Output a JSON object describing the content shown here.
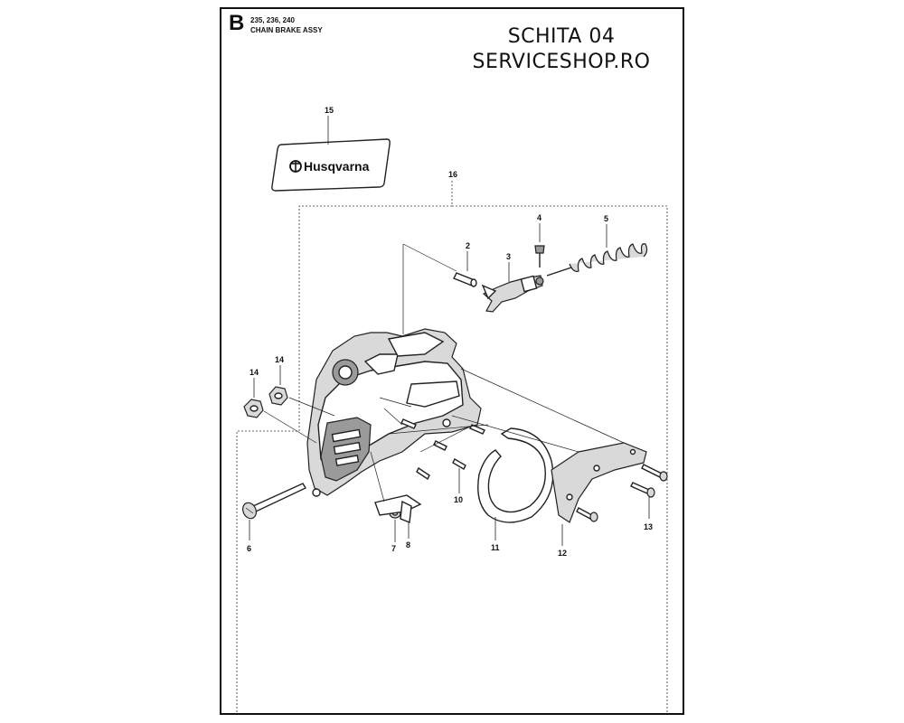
{
  "header": {
    "section_letter": "B",
    "models": "235, 236, 240",
    "assembly": "CHAIN BRAKE ASSY"
  },
  "title": {
    "line1": "SCHITA 04",
    "line2": "SERVICESHOP.RO"
  },
  "decal": {
    "brand": "Husqvarna"
  },
  "callouts": {
    "c2": "2",
    "c3": "3",
    "c4": "4",
    "c5": "5",
    "c6": "6",
    "c7": "7",
    "c8": "8",
    "c10": "10",
    "c11": "11",
    "c12": "12",
    "c13": "13",
    "c14a": "14",
    "c14b": "14",
    "c15": "15",
    "c16": "16"
  }
}
